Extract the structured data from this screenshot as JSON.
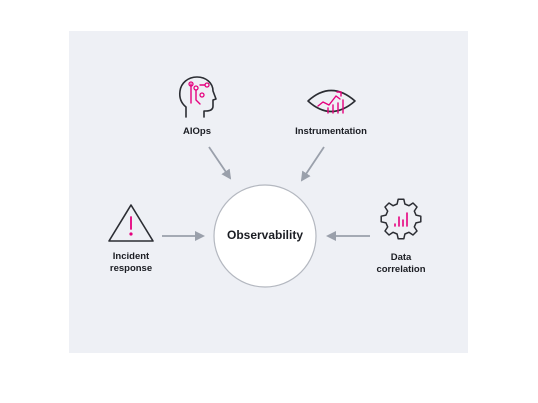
{
  "center": {
    "label": "Observability"
  },
  "nodes": [
    {
      "id": "aiops",
      "label": "AIOps",
      "icon": "head-circuit-icon"
    },
    {
      "id": "instrumentation",
      "label": "Instrumentation",
      "icon": "eye-chart-icon"
    },
    {
      "id": "incident",
      "label": "Incident\nresponse",
      "line1": "Incident",
      "line2": "response",
      "icon": "warning-triangle-icon"
    },
    {
      "id": "correlation",
      "label": "Data\ncorrelation",
      "line1": "Data",
      "line2": "correlation",
      "icon": "gear-bars-icon"
    }
  ],
  "colors": {
    "background": "#eef0f5",
    "accent": "#e6007e",
    "stroke": "#2b2d33",
    "arrow": "#9aa0ab",
    "circle_fill": "#ffffff"
  }
}
